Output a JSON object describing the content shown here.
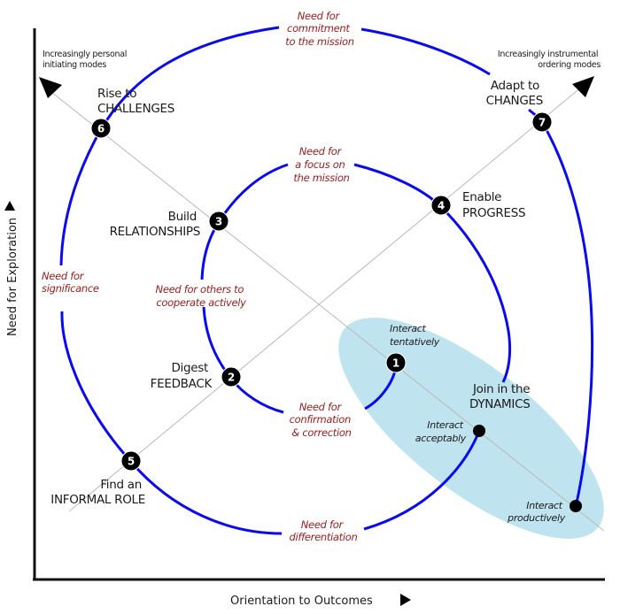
{
  "axes": {
    "x_label": "Orientation to Outcomes",
    "y_label": "Need for Exploration",
    "x_arrow": "right-triangle-icon",
    "y_arrow": "up-triangle-icon"
  },
  "modes": {
    "personal": [
      "Increasingly personal",
      "initiating modes"
    ],
    "instrumental": [
      "Increasingly instrumental",
      "ordering modes"
    ]
  },
  "stages": [
    {
      "num": "1",
      "lines": []
    },
    {
      "num": "2",
      "lines": [
        "Digest",
        "FEEDBACK"
      ]
    },
    {
      "num": "3",
      "lines": [
        "Build",
        "RELATIONSHIPS"
      ]
    },
    {
      "num": "4",
      "lines": [
        "Enable",
        "PROGRESS"
      ]
    },
    {
      "num": "5",
      "lines": [
        "Find an",
        "INFORMAL ROLE"
      ]
    },
    {
      "num": "6",
      "lines": [
        "Rise to",
        "CHALLENGES"
      ]
    },
    {
      "num": "7",
      "lines": [
        "Adapt to",
        "CHANGES"
      ]
    }
  ],
  "dynamics": {
    "title": [
      "Join in the",
      "DYNAMICS"
    ]
  },
  "interactions": [
    {
      "lines": [
        "Interact",
        "tentatively"
      ]
    },
    {
      "lines": [
        "Interact",
        "acceptably"
      ]
    },
    {
      "lines": [
        "Interact",
        "productively"
      ]
    }
  ],
  "needs": [
    {
      "id": "commitment",
      "lines": [
        "Need for",
        "commitment",
        "to the mission"
      ]
    },
    {
      "id": "focus",
      "lines": [
        "Need for",
        "a focus on",
        "the mission"
      ]
    },
    {
      "id": "significance",
      "lines": [
        "Need for",
        "significance"
      ]
    },
    {
      "id": "cooperate",
      "lines": [
        "Need for others to",
        "cooperate actively"
      ]
    },
    {
      "id": "confirmation",
      "lines": [
        "Need for",
        "confirmation",
        "& correction"
      ]
    },
    {
      "id": "differentiation",
      "lines": [
        "Need for",
        "differentiation"
      ]
    }
  ],
  "colors": {
    "spiral": "#0a0aee",
    "need_text": "#9b1b1b",
    "ellipse_fill": "#bfe4ef",
    "axis": "#111111",
    "diagonal": "#b8b8b8",
    "node": "#000000"
  }
}
